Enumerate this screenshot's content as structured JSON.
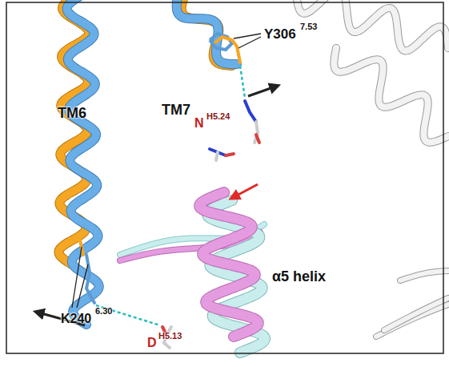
{
  "diagram": {
    "labels": [
      "TM6",
      "TM7",
      "Y306",
      "7.53",
      "N",
      "H5.24",
      "α5 helix",
      "K240",
      "6.30",
      "D",
      "H5.13"
    ]
  }
}
